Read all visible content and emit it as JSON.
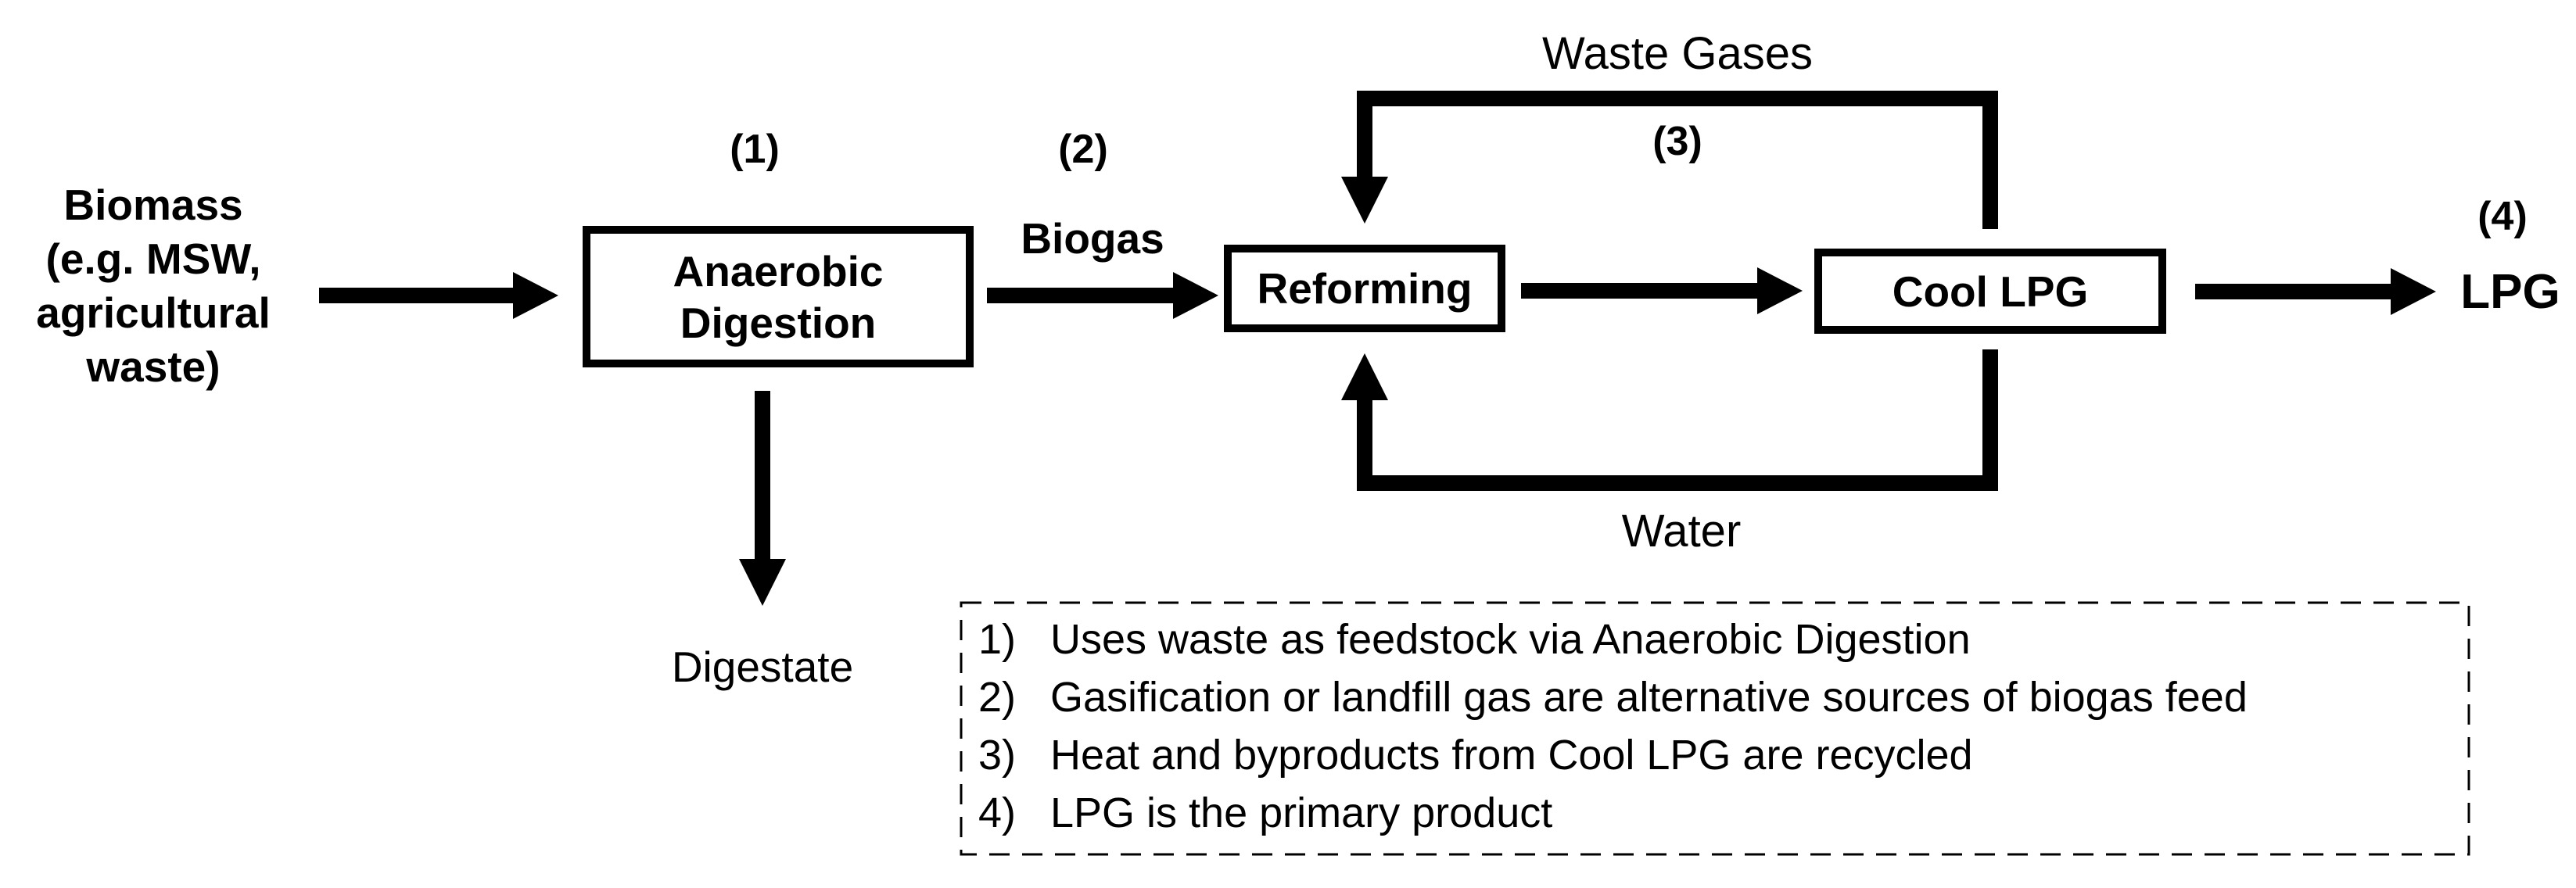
{
  "colors": {
    "ink": "#000000",
    "paper": "#ffffff"
  },
  "nodes": {
    "biomass": {
      "text": "Biomass\n(e.g. MSW,\nagricultural\nwaste)"
    },
    "anaerobic_digestion": {
      "label": "Anaerobic\nDigestion",
      "step": "(1)"
    },
    "reforming": {
      "label": "Reforming"
    },
    "cool_lpg": {
      "label": "Cool LPG"
    },
    "lpg": {
      "label": "LPG",
      "step": "(4)"
    }
  },
  "streams": {
    "biogas": {
      "label": "Biogas",
      "step": "(2)"
    },
    "waste_gases": {
      "label": "Waste Gases",
      "step": "(3)"
    },
    "water": {
      "label": "Water"
    },
    "digestate": {
      "label": "Digestate"
    }
  },
  "notes": {
    "items": [
      {
        "num": "1)",
        "text": "Uses waste as feedstock via Anaerobic Digestion"
      },
      {
        "num": "2)",
        "text": "Gasification or landfill gas are alternative sources of biogas feed"
      },
      {
        "num": "3)",
        "text": "Heat and byproducts from Cool LPG are recycled"
      },
      {
        "num": "4)",
        "text": "LPG is the primary product"
      }
    ]
  }
}
